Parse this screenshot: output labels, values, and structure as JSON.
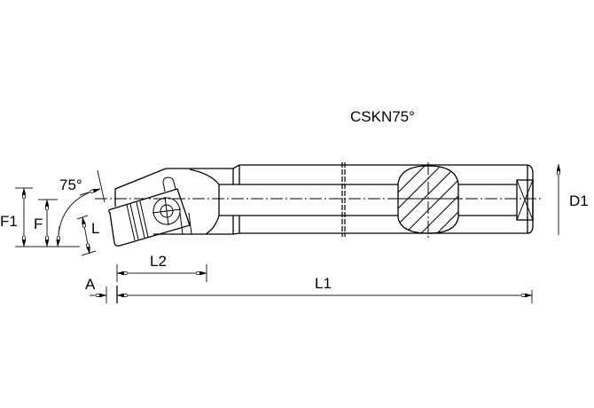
{
  "title": "CSKN75°",
  "labels": {
    "f1": "F1",
    "f": "F",
    "angle": "75°",
    "l": "L",
    "l2": "L2",
    "a": "A",
    "l1": "L1",
    "d1": "D1"
  },
  "colors": {
    "line": "#000000",
    "background": "#ffffff"
  }
}
